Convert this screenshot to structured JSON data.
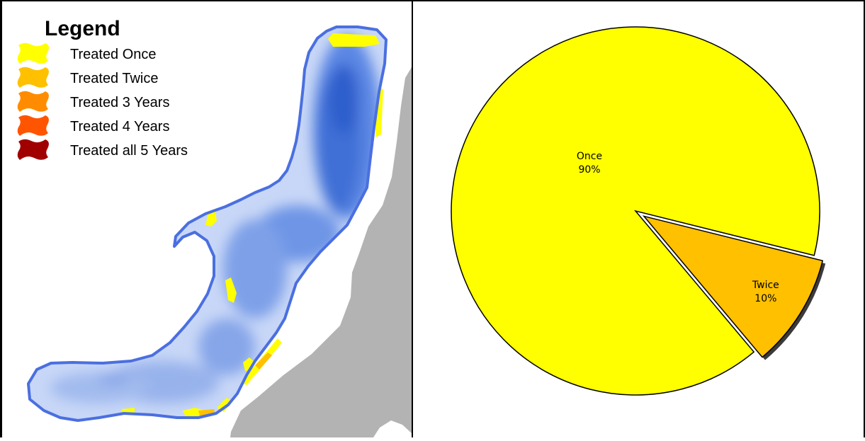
{
  "legend": {
    "title": "Legend",
    "items": [
      {
        "label": "Treated Once",
        "color": "#ffff00"
      },
      {
        "label": "Treated Twice",
        "color": "#ffc000"
      },
      {
        "label": "Treated 3 Years",
        "color": "#ff8c00"
      },
      {
        "label": "Treated 4 Years",
        "color": "#ff5500"
      },
      {
        "label": "Treated all 5 Years",
        "color": "#a00000"
      }
    ]
  },
  "map": {
    "lake_outline_color": "#4a6fe0",
    "lake_fill_light": "#c8d7f7",
    "lake_fill_deep": "#3a6cd8",
    "land_color": "#b3b3b3"
  },
  "chart_data": {
    "type": "pie",
    "slices": [
      {
        "category": "Once",
        "percent_label": "90%",
        "value": 90,
        "color": "#ffff00"
      },
      {
        "category": "Twice",
        "percent_label": "10%",
        "value": 10,
        "color": "#ffc000",
        "exploded": true
      }
    ]
  }
}
